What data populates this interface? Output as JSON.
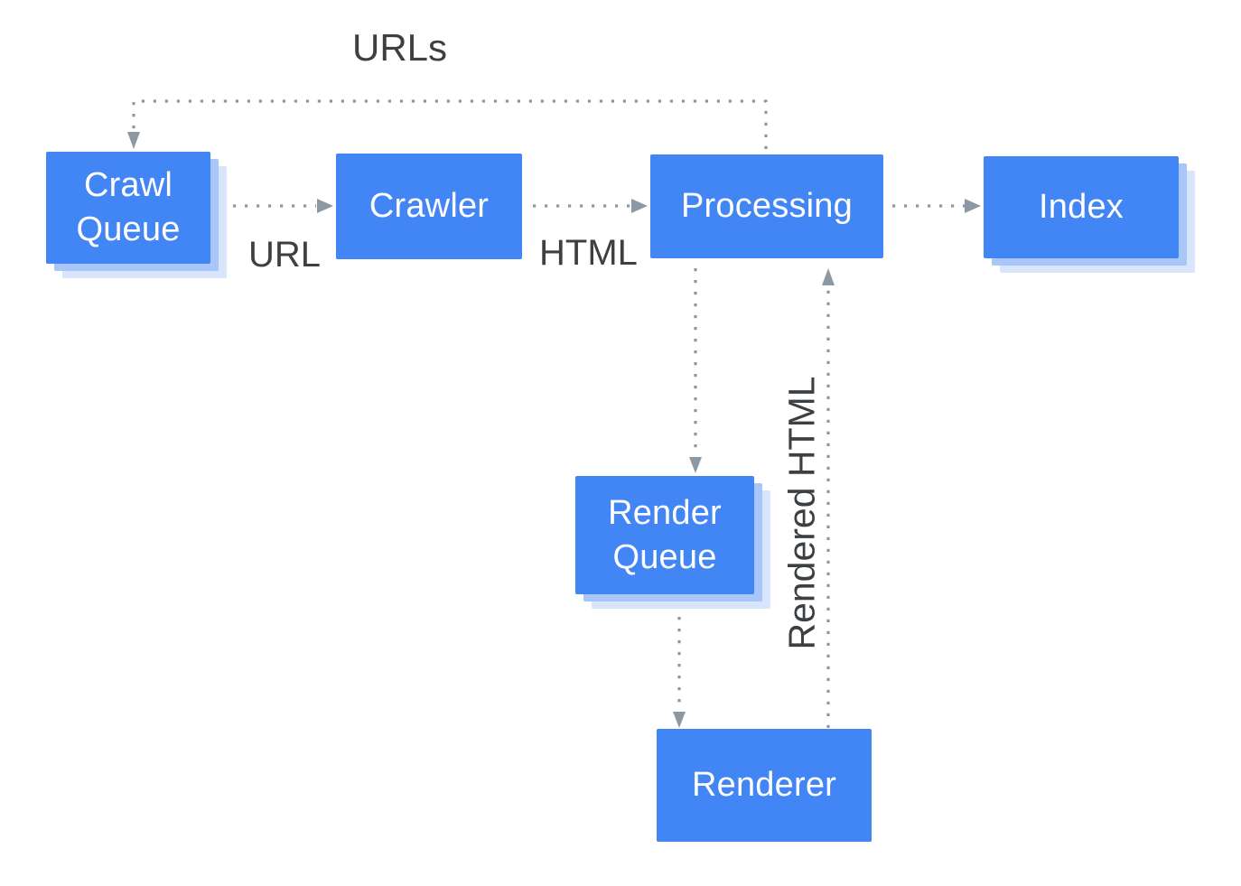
{
  "diagram": {
    "type": "flowchart",
    "nodes": [
      {
        "id": "crawl-queue",
        "label": "Crawl Queue",
        "shadowed": true
      },
      {
        "id": "crawler",
        "label": "Crawler",
        "shadowed": false
      },
      {
        "id": "processing",
        "label": "Processing",
        "shadowed": false
      },
      {
        "id": "index",
        "label": "Index",
        "shadowed": true
      },
      {
        "id": "render-queue",
        "label": "Render Queue",
        "shadowed": true
      },
      {
        "id": "renderer",
        "label": "Renderer",
        "shadowed": false
      }
    ],
    "edges": [
      {
        "from": "Crawl Queue",
        "to": "Crawler",
        "label": "URL",
        "style": "dotted-arrow"
      },
      {
        "from": "Crawler",
        "to": "Processing",
        "label": "HTML",
        "style": "dotted-arrow"
      },
      {
        "from": "Processing",
        "to": "Index",
        "label": "",
        "style": "dotted-arrow"
      },
      {
        "from": "Processing",
        "to": "Crawl Queue",
        "label": "URLs",
        "style": "dotted-arrow"
      },
      {
        "from": "Processing",
        "to": "Render Queue",
        "label": "",
        "style": "dotted-arrow"
      },
      {
        "from": "Render Queue",
        "to": "Renderer",
        "label": "",
        "style": "dotted-arrow"
      },
      {
        "from": "Renderer",
        "to": "Processing",
        "label": "Rendered HTML",
        "style": "dotted-arrow"
      }
    ],
    "colors": {
      "node_fill": "#4285F4",
      "node_text": "#FFFFFF",
      "node_shadow_inner": "#A9C6F8",
      "node_shadow_outer": "#D9E5FC",
      "connector": "#8C99A5",
      "edge_label_text": "#3C4043",
      "background": "#FFFFFF"
    }
  }
}
